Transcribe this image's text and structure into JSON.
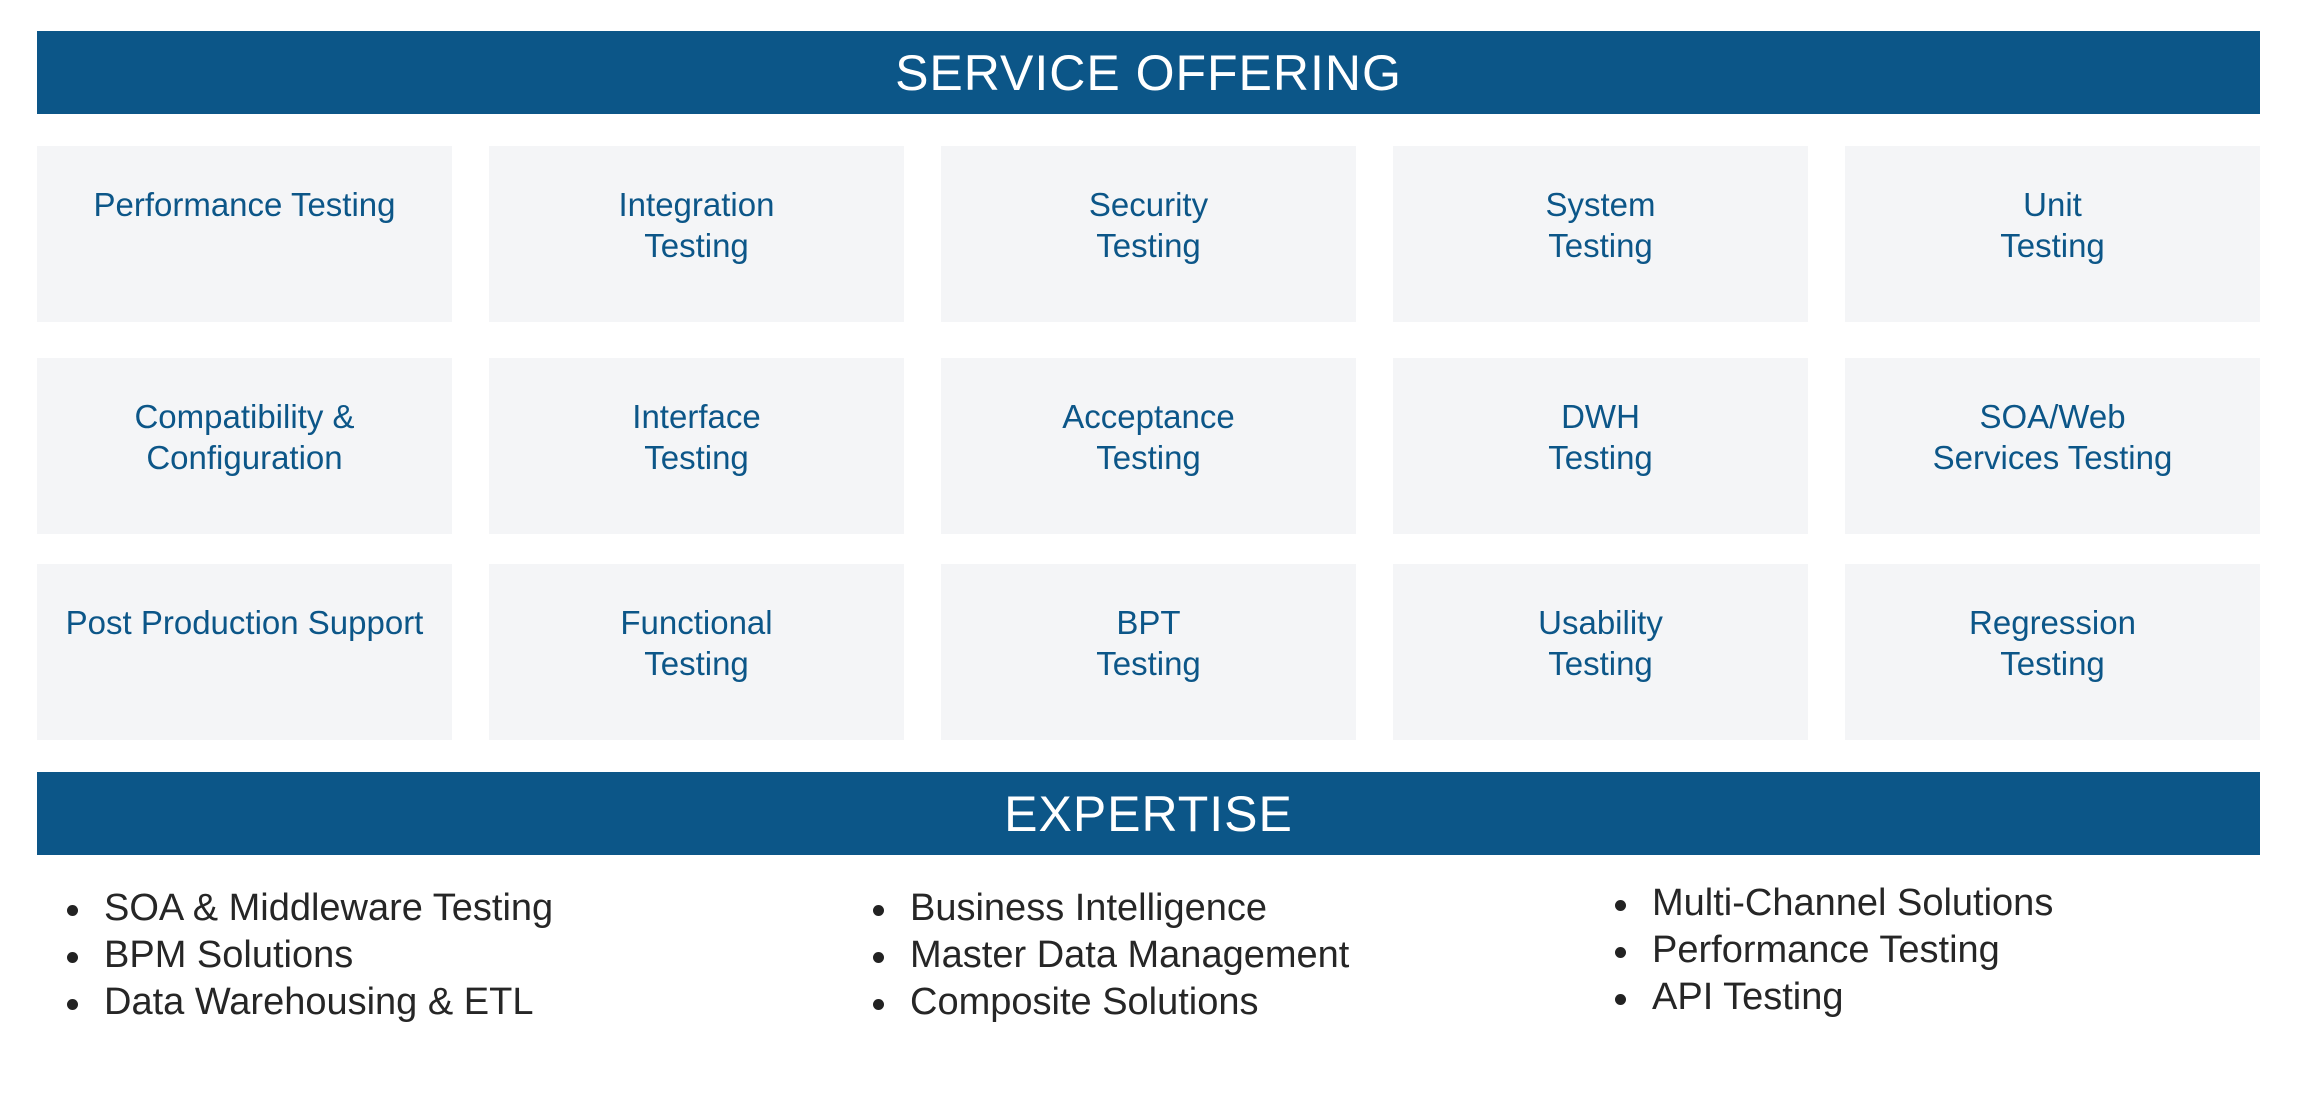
{
  "service_offering": {
    "title": "SERVICE OFFERING",
    "items": [
      {
        "lines": [
          "Performance Testing"
        ]
      },
      {
        "lines": [
          "Integration",
          "Testing"
        ]
      },
      {
        "lines": [
          "Security",
          "Testing"
        ]
      },
      {
        "lines": [
          "System",
          "Testing"
        ]
      },
      {
        "lines": [
          "Unit",
          "Testing"
        ]
      },
      {
        "lines": [
          "Compatibility &",
          "Configuration"
        ]
      },
      {
        "lines": [
          "Interface",
          "Testing"
        ]
      },
      {
        "lines": [
          "Acceptance",
          "Testing"
        ]
      },
      {
        "lines": [
          "DWH",
          "Testing"
        ]
      },
      {
        "lines": [
          "SOA/Web",
          "Services Testing"
        ]
      },
      {
        "lines": [
          "Post Production Support"
        ]
      },
      {
        "lines": [
          "Functional",
          "Testing"
        ]
      },
      {
        "lines": [
          "BPT",
          "Testing"
        ]
      },
      {
        "lines": [
          "Usability",
          "Testing"
        ]
      },
      {
        "lines": [
          "Regression",
          "Testing"
        ]
      }
    ]
  },
  "expertise": {
    "title": "EXPERTISE",
    "columns": [
      [
        "SOA & Middleware Testing",
        "BPM Solutions",
        "Data Warehousing & ETL"
      ],
      [
        "Business Intelligence",
        "Master Data Management",
        "Composite Solutions"
      ],
      [
        "Multi-Channel Solutions",
        "Performance Testing",
        "API Testing"
      ]
    ]
  },
  "colors": {
    "brand": "#0c5688",
    "tile": "#f4f5f7",
    "text": "#262626"
  }
}
